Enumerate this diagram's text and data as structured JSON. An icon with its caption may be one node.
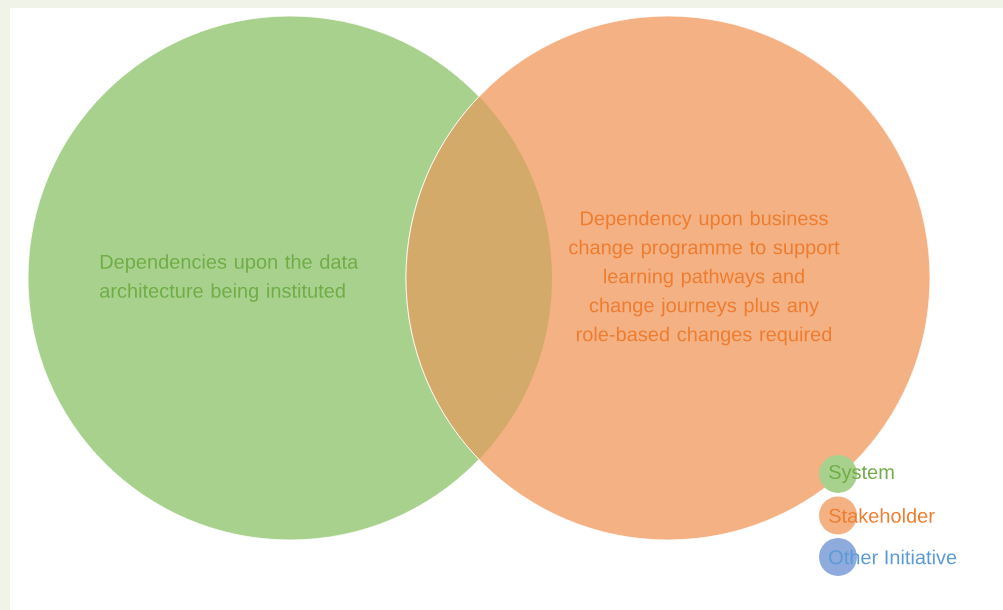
{
  "diagram": {
    "nodes": [
      {
        "text": [
          "Dependencies upon the data architecture being instituted"
        ]
      },
      {
        "text": [
          "Dependency upon business change programme to support learning pathways and change journeys plus any role-based changes required"
        ]
      }
    ],
    "legend": [
      {
        "text": "System",
        "color": "#a9d18e"
      },
      {
        "text": "Stakeholder",
        "color": "#f4b183"
      },
      {
        "text": "Other Initiative",
        "color": "#8faadc"
      }
    ]
  }
}
